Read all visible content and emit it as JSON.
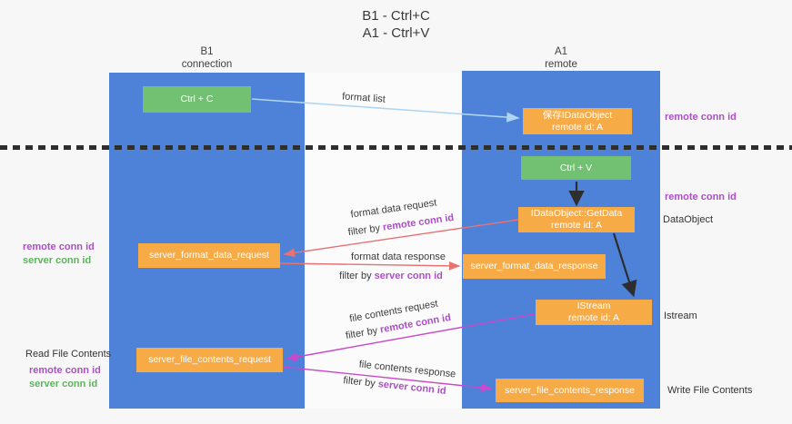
{
  "title": {
    "line1": "B1 - Ctrl+C",
    "line2": "A1 - Ctrl+V"
  },
  "lanes": {
    "left": {
      "name": "B1",
      "sub": "connection"
    },
    "right": {
      "name": "A1",
      "sub": "remote"
    }
  },
  "boxes": {
    "ctrl_c": "Ctrl + C",
    "ctrl_v": "Ctrl + V",
    "save_idataobject": {
      "line1": "保存IDataObject",
      "line2": "remote id: A"
    },
    "getdata": {
      "line1": "IDataObject::GetData",
      "line2": "remote id: A"
    },
    "istream": {
      "line1": "IStream",
      "line2": "remote id: A"
    },
    "server_format_data_request": "server_format_data_request",
    "server_format_data_response": "server_format_data_response",
    "server_file_contents_request": "server_file_contents_request",
    "server_file_contents_response": "server_file_contents_response"
  },
  "arrow_labels": {
    "format_list": "format list",
    "format_data_request": "format data request",
    "format_data_response": "format data response",
    "file_contents_request": "file contents request",
    "file_contents_response": "file contents response",
    "filter_by": "filter by ",
    "remote_conn_id": "remote conn id",
    "server_conn_id": "server conn id"
  },
  "side_labels": {
    "remote_conn_id": "remote conn id",
    "server_conn_id": "server conn id",
    "read_file_contents": "Read File Contents",
    "write_file_contents": "Write File Contents",
    "dataobject": "DataObject",
    "istream": "Istream"
  },
  "colors": {
    "lane_blue": "#4d82d8",
    "box_orange": "#f7ab47",
    "box_green": "#72c172",
    "arrow_light_blue": "#aed5f2",
    "arrow_red": "#e87272",
    "arrow_magenta": "#ca49ca",
    "arrow_black": "#2e2e2e",
    "label_purple": "#ab4fc5",
    "label_green": "#5cb45c"
  }
}
